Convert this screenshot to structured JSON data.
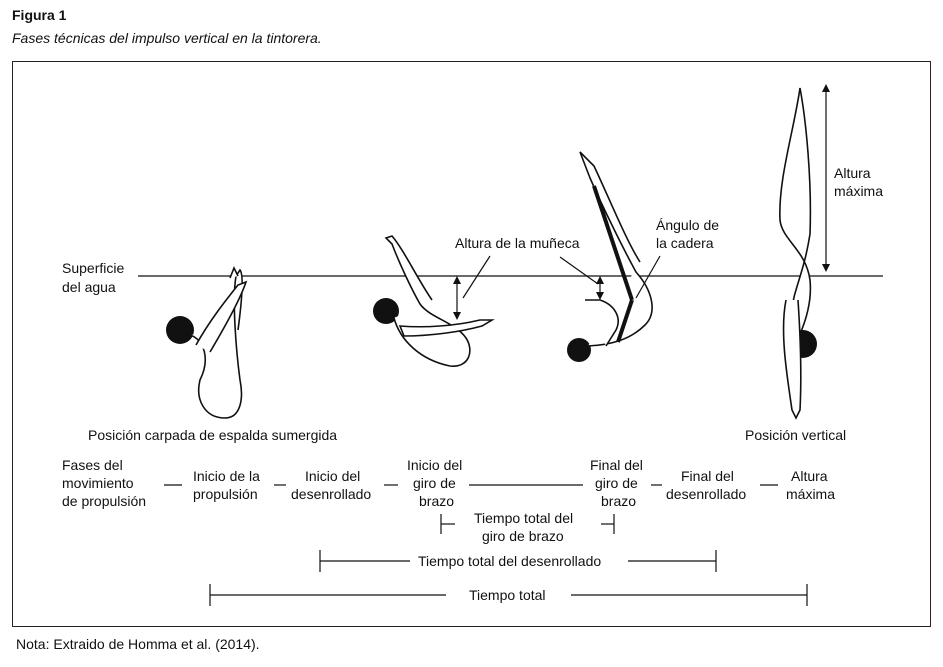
{
  "figure": {
    "label": "Figura 1",
    "caption": "Fases técnicas del impulso vertical en la tintorera.",
    "note": "Nota: Extraido de Homma et al. (2014)."
  },
  "labels": {
    "water_surface": [
      "Superficie",
      "del agua"
    ],
    "wrist_height": "Altura de la muñeca",
    "hip_angle": [
      "Ángulo de",
      "la cadera"
    ],
    "max_height": [
      "Altura",
      "máxima"
    ],
    "pos_pike": "Posición carpada de espalda sumergida",
    "pos_vertical": "Posición vertical"
  },
  "phases": {
    "p0": [
      "Fases del",
      "movimiento",
      "de propulsión"
    ],
    "p1": [
      "Inicio de la",
      "propulsión"
    ],
    "p2": [
      "Inicio del",
      "desenrollado"
    ],
    "p3": [
      "Inicio del",
      "giro de",
      "brazo"
    ],
    "p4": [
      "Final del",
      "giro de",
      "brazo"
    ],
    "p5": [
      "Final del",
      "desenrollado"
    ],
    "p6": [
      "Altura",
      "máxima"
    ]
  },
  "timespans": {
    "arm": [
      "Tiempo total del",
      "giro de brazo"
    ],
    "unroll": "Tiempo total del desenrollado",
    "total": "Tiempo total"
  }
}
